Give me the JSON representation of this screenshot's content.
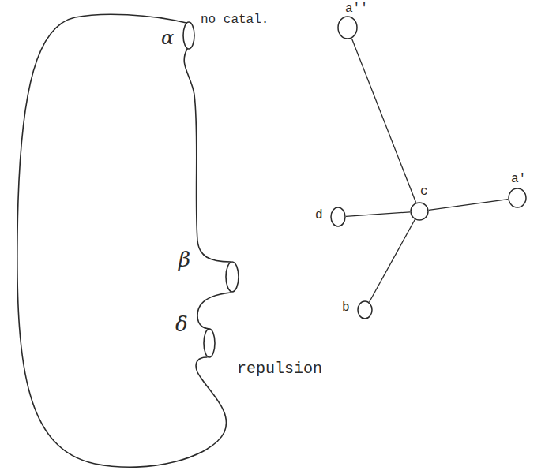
{
  "diagram": {
    "nodes": [
      {
        "text": [
          "a''"
        ]
      },
      {
        "text": [
          "a'"
        ]
      },
      {
        "text": [
          "c"
        ]
      },
      {
        "text": [
          "d"
        ]
      },
      {
        "text": [
          "b"
        ]
      }
    ],
    "edges": [
      {
        "from": 2,
        "to": 0,
        "arrow": "none"
      },
      {
        "from": 2,
        "to": 1,
        "arrow": "none"
      },
      {
        "from": 2,
        "to": 3,
        "arrow": "none"
      },
      {
        "from": 2,
        "to": 4,
        "arrow": "none"
      }
    ],
    "labels": [
      "no catal.",
      "α",
      "β",
      "δ",
      "repulsion"
    ]
  }
}
